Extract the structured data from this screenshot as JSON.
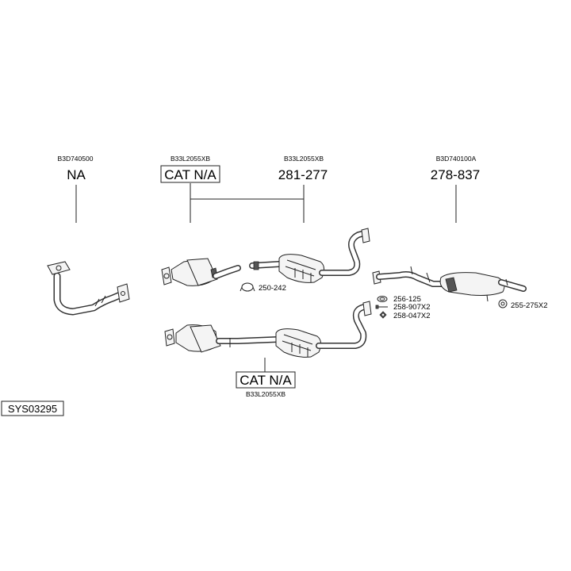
{
  "diagram": {
    "system_code": "SYS03295",
    "columns": [
      {
        "code": "B3D740500",
        "part": "NA",
        "boxed": false
      },
      {
        "code": "B33L2055XB",
        "part": "CAT N/A",
        "boxed": true
      },
      {
        "code": "B33L2055XB",
        "part": "281-277",
        "boxed": false
      },
      {
        "code": "B3D740100A",
        "part": "278-837",
        "boxed": false
      }
    ],
    "lower": {
      "part": "CAT N/A",
      "code": "B33L2055XB"
    },
    "accessories": [
      {
        "label": "250-242",
        "icon": "clamp-icon"
      },
      {
        "label": "256-125",
        "icon": "gasket-ring-icon"
      },
      {
        "label": "258-907X2",
        "icon": "bolt-icon"
      },
      {
        "label": "258-047X2",
        "icon": "nut-icon"
      },
      {
        "label": "255-275X2",
        "icon": "rubber-hanger-icon"
      }
    ]
  }
}
